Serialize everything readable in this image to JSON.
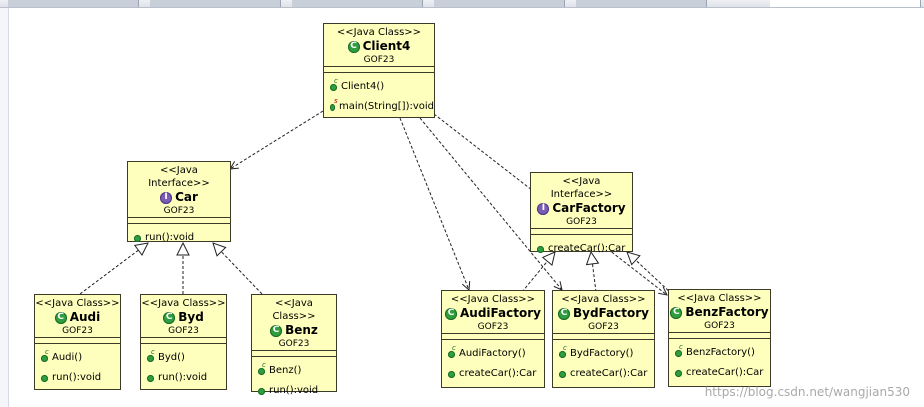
{
  "diagram": {
    "client": {
      "stereotype": "<<Java Class>>",
      "name": "Client4",
      "package": "GOF23",
      "ops": [
        {
          "label": "Client4()",
          "mod": "c"
        },
        {
          "label": "main(String[]):void",
          "mod": "s"
        }
      ]
    },
    "car": {
      "stereotype": "<<Java Interface>>",
      "name": "Car",
      "package": "GOF23",
      "ops": [
        {
          "label": "run():void"
        }
      ]
    },
    "audi": {
      "stereotype": "<<Java Class>>",
      "name": "Audi",
      "package": "GOF23",
      "ops": [
        {
          "label": "Audi()",
          "mod": "c"
        },
        {
          "label": "run():void"
        }
      ]
    },
    "byd": {
      "stereotype": "<<Java Class>>",
      "name": "Byd",
      "package": "GOF23",
      "ops": [
        {
          "label": "Byd()",
          "mod": "c"
        },
        {
          "label": "run():void"
        }
      ]
    },
    "benz": {
      "stereotype": "<<Java Class>>",
      "name": "Benz",
      "package": "GOF23",
      "ops": [
        {
          "label": "Benz()",
          "mod": "c"
        },
        {
          "label": "run():void"
        }
      ]
    },
    "carfactory": {
      "stereotype": "<<Java Interface>>",
      "name": "CarFactory",
      "package": "GOF23",
      "ops": [
        {
          "label": "createCar():Car"
        }
      ]
    },
    "audifactory": {
      "stereotype": "<<Java Class>>",
      "name": "AudiFactory",
      "package": "GOF23",
      "ops": [
        {
          "label": "AudiFactory()",
          "mod": "c"
        },
        {
          "label": "createCar():Car"
        }
      ]
    },
    "bydfactory": {
      "stereotype": "<<Java Class>>",
      "name": "BydFactory",
      "package": "GOF23",
      "ops": [
        {
          "label": "BydFactory()",
          "mod": "c"
        },
        {
          "label": "createCar():Car"
        }
      ]
    },
    "benzfactory": {
      "stereotype": "<<Java Class>>",
      "name": "BenzFactory",
      "package": "GOF23",
      "ops": [
        {
          "label": "BenzFactory()",
          "mod": "c"
        },
        {
          "label": "createCar():Car"
        }
      ]
    }
  },
  "watermark": "https://blog.csdn.net/wangjian530"
}
